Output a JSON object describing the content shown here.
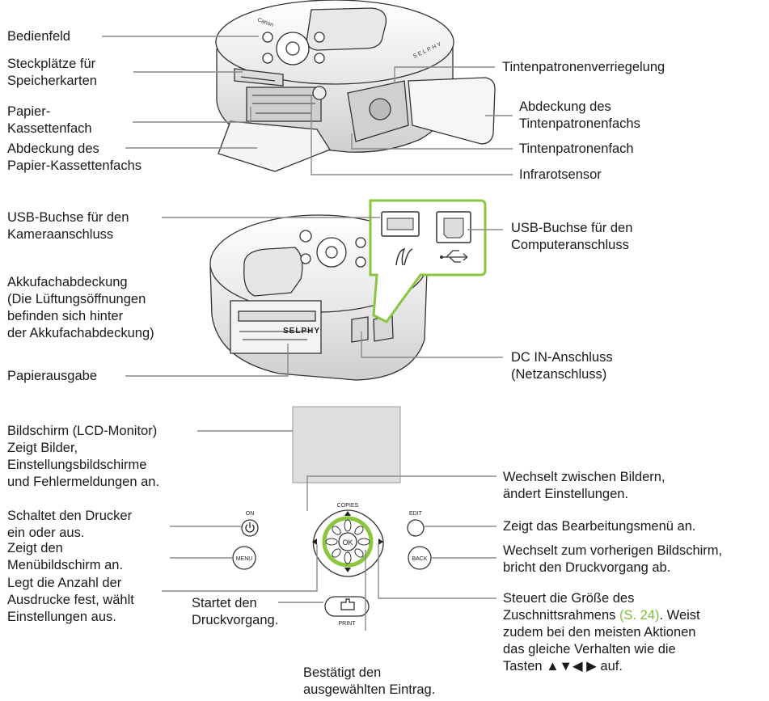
{
  "accent_color": "#8cc63f",
  "line_color": "#8a8a8a",
  "top": {
    "bedienfeld": "Bedienfeld",
    "steckplaetze": [
      "Steckplätze für",
      "Speicherkarten"
    ],
    "papier_kassettenfach": [
      "Papier-",
      "Kassettenfach"
    ],
    "abdeckung_papier": [
      "Abdeckung des",
      "Papier-Kassettenfachs"
    ],
    "tintenpatronenverriegelung": "Tintenpatronenverriegelung",
    "abdeckung_tinte": [
      "Abdeckung des",
      "Tintenpatronenfachs"
    ],
    "tintenpatronenfach": "Tintenpatronenfach",
    "infrarotsensor": "Infrarotsensor"
  },
  "middle": {
    "usb_kamera": [
      "USB-Buchse für den",
      "Kameraanschluss"
    ],
    "usb_computer": [
      "USB-Buchse für den",
      "Computeranschluss"
    ],
    "akkufach": [
      "Akkufachabdeckung",
      "(Die Lüftungsöffnungen",
      "befinden sich hinter",
      "der Akkufachabdeckung)"
    ],
    "papierausgabe": "Papierausgabe",
    "dc_in": [
      "DC IN-Anschluss",
      "(Netzanschluss)"
    ]
  },
  "bottom": {
    "bildschirm": [
      "Bildschirm (LCD-Monitor)",
      "Zeigt Bilder,",
      "Einstellungsbildschirme",
      "und Fehlermeldungen an."
    ],
    "wechselt_bildern": [
      "Wechselt zwischen Bildern,",
      "ändert Einstellungen."
    ],
    "schaltet": [
      "Schaltet den Drucker",
      "ein oder aus."
    ],
    "bearbeitungsmenue": "Zeigt das Bearbeitungsmenü an.",
    "menue": [
      "Zeigt den",
      "Menübildschirm an."
    ],
    "vorheriger": [
      "Wechselt zum vorherigen Bildschirm,",
      "bricht den Druckvorgang ab."
    ],
    "anzahl": [
      "Legt die Anzahl der",
      "Ausdrucke fest, wählt",
      "Einstellungen aus."
    ],
    "startet": [
      "Startet den",
      "Druckvorgang."
    ],
    "bestaetigt": [
      "Bestätigt den",
      "ausgewählten Eintrag."
    ],
    "steuert_1": "Steuert die Größe des",
    "steuert_2a": "Zuschnittsrahmens ",
    "steuert_2b": "(S. 24)",
    "steuert_2c": ". Weist",
    "steuert_3": "zudem bei den meisten Aktionen",
    "steuert_4": "das gleiche Verhalten wie die",
    "steuert_5": "Tasten ▲▼◀ ▶ auf."
  },
  "device": {
    "brand": "Canon",
    "model": "SELPHY",
    "btn_on": "ON",
    "btn_copies": "COPIES",
    "btn_edit": "EDIT",
    "btn_menu": "MENU",
    "btn_back": "BACK",
    "btn_ok": "OK",
    "btn_print": "PRINT"
  }
}
